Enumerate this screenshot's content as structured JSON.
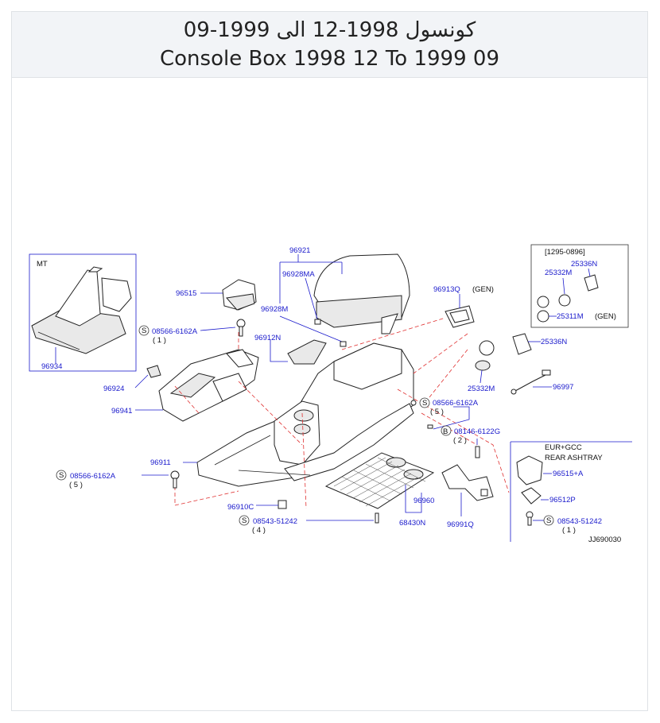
{
  "header": {
    "title_ar": "كونسول 1998-12 الى 1999-09",
    "title_en": "Console Box 1998 12 To 1999 09"
  },
  "diagram": {
    "mt_label": "MT",
    "range_label": "[1295-0896]",
    "gen": "(GEN)",
    "eur_line1": "EUR+GCC",
    "eur_line2": "REAR  ASHTRAY",
    "diagram_code": "JJ690030",
    "parts": {
      "p96921": "96921",
      "p96928MA": "96928MA",
      "p96928M": "96928M",
      "p96515": "96515",
      "p96912N": "96912N",
      "p96913Q": "96913Q",
      "p96924": "96924",
      "p96941": "96941",
      "p96934": "96934",
      "p96911": "96911",
      "p96910C": "96910C",
      "p96960": "96960",
      "p68430N": "68430N",
      "p96991Q": "96991Q",
      "p25336N_a": "25336N",
      "p25332M_a": "25332M",
      "p25311M": "25311M",
      "p25336N_b": "25336N",
      "p25332M_b": "25332M",
      "p96997": "96997",
      "p96515A": "96515+A",
      "p96512P": "96512P"
    },
    "fasteners": {
      "f1_code": "08566-6162A",
      "f1_qty": "( 1 )",
      "f1_tag": "S",
      "f2_code": "08566-6162A",
      "f2_qty": "( 5 )",
      "f2_tag": "S",
      "f3_code": "08566-6162A",
      "f3_qty": "( 5 )",
      "f3_tag": "S",
      "f4_code": "08146-6122G",
      "f4_qty": "( 2 )",
      "f4_tag": "B",
      "f5_code": "08543-51242",
      "f5_qty": "( 4 )",
      "f5_tag": "S",
      "f6_code": "08543-51242",
      "f6_qty": "( 1 )",
      "f6_tag": "S"
    }
  }
}
